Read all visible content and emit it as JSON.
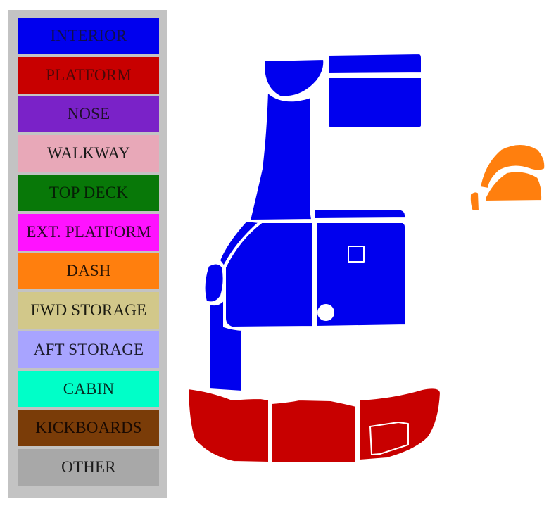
{
  "legend": {
    "items": [
      {
        "id": "interior",
        "label": "INTERIOR",
        "color": "#0000ee",
        "text_color": "#10104a"
      },
      {
        "id": "platform",
        "label": "PLATFORM",
        "color": "#c80000",
        "text_color": "#4a0808"
      },
      {
        "id": "nose",
        "label": "NOSE",
        "color": "#7a22c8",
        "text_color": "#1e1028"
      },
      {
        "id": "walkway",
        "label": "WALKWAY",
        "color": "#e8a8b8",
        "text_color": "#1a1a1a"
      },
      {
        "id": "top-deck",
        "label": "TOP DECK",
        "color": "#087808",
        "text_color": "#062006"
      },
      {
        "id": "ext-platform",
        "label": "EXT. PLATFORM",
        "color": "#ff12ff",
        "text_color": "#2a0a2a"
      },
      {
        "id": "dash",
        "label": "DASH",
        "color": "#ff7f0e",
        "text_color": "#2a1404"
      },
      {
        "id": "fwd-storage",
        "label": "FWD STORAGE",
        "color": "#d2c88a",
        "text_color": "#1a1a10"
      },
      {
        "id": "aft-storage",
        "label": "AFT STORAGE",
        "color": "#a8a4ff",
        "text_color": "#1a1a2a"
      },
      {
        "id": "cabin",
        "label": "CABIN",
        "color": "#00ffc8",
        "text_color": "#062a22"
      },
      {
        "id": "kickboards",
        "label": "KICKBOARDS",
        "color": "#7a3c08",
        "text_color": "#1a0a02"
      },
      {
        "id": "other",
        "label": "OTHER",
        "color": "#a8a8a8",
        "text_color": "#1a1a1a"
      }
    ]
  },
  "diagram": {
    "interior_color": "#0000ee",
    "platform_color": "#c80000",
    "dash_color": "#ff7f0e",
    "edge_color": "#ffffff"
  }
}
